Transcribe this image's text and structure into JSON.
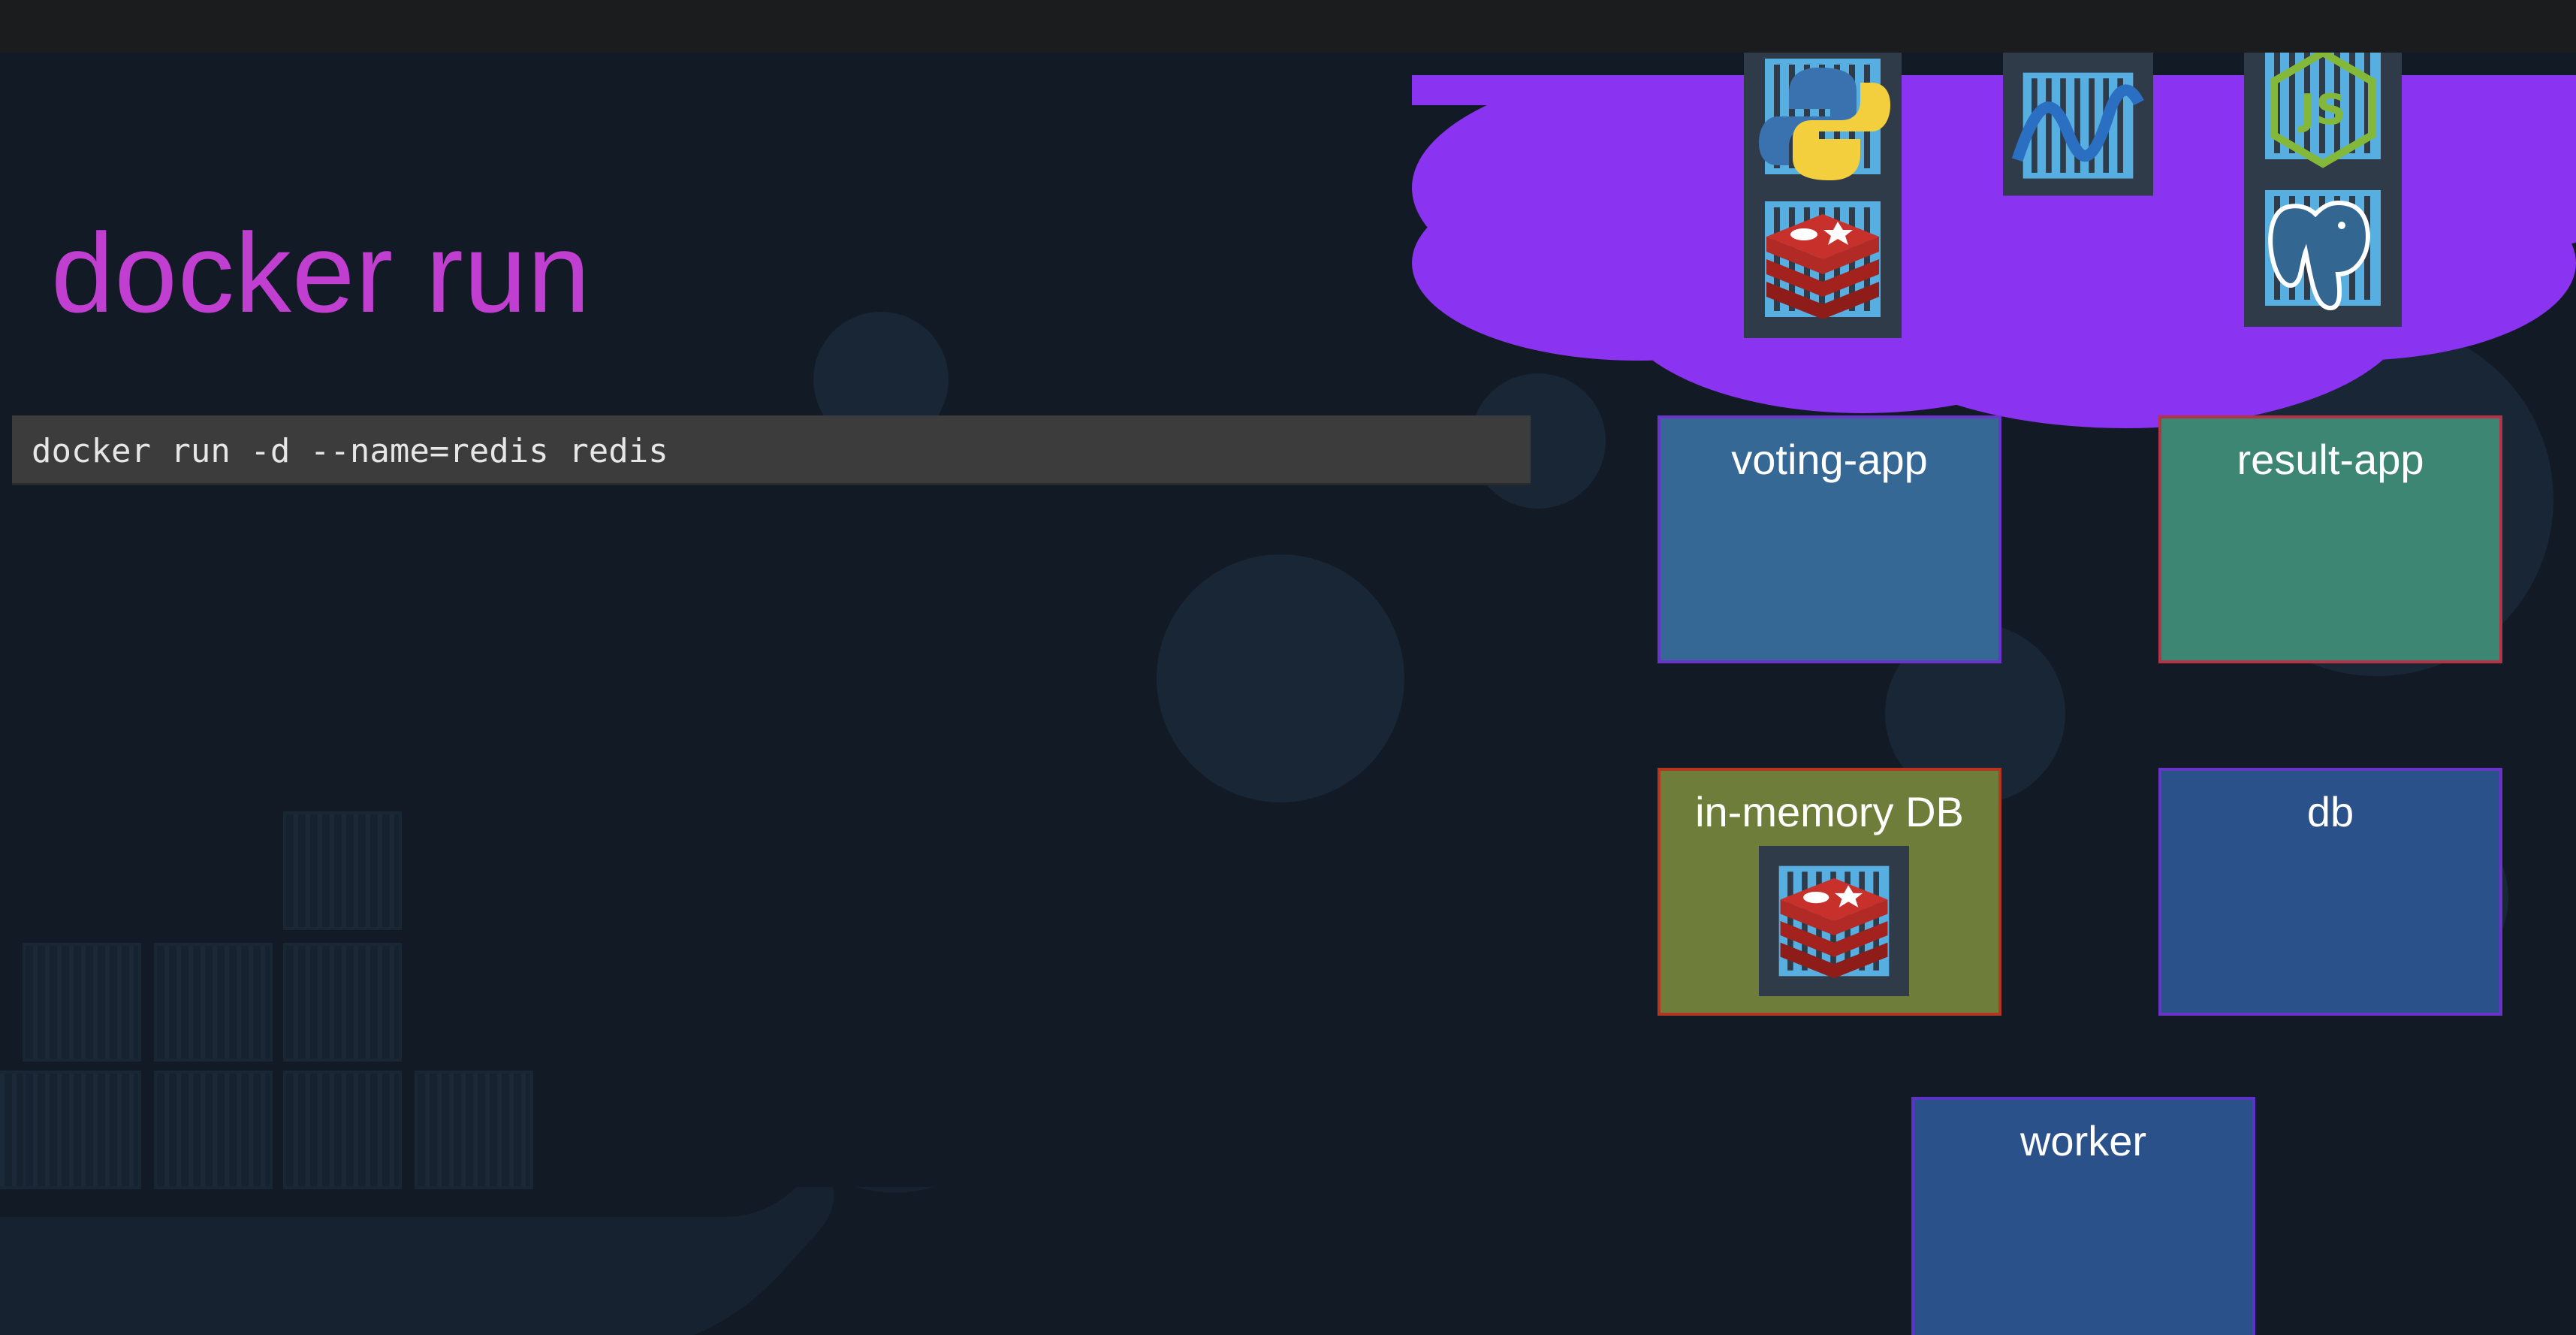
{
  "slide": {
    "title": "docker run",
    "command": "docker run -d --name=redis redis"
  },
  "cloud_containers": [
    {
      "name": "python",
      "icon": "python-logo-icon"
    },
    {
      "name": "dotnet",
      "icon": "dotnet-logo-icon"
    },
    {
      "name": "nodejs",
      "icon": "nodejs-logo-icon"
    },
    {
      "name": "redis",
      "icon": "redis-logo-icon"
    },
    {
      "name": "postgres",
      "icon": "postgres-elephant-icon"
    }
  ],
  "services": {
    "voting": "voting-app",
    "result": "result-app",
    "memdb": "in-memory DB",
    "db": "db",
    "worker": "worker"
  },
  "colors": {
    "title": "#c13fd0",
    "cloud": "#8a33f0",
    "voting": "#356895",
    "result": "#3d8673",
    "memdb": "#6e7d39",
    "db": "#2a5189",
    "worker": "#2a5189",
    "container_bars": "#57aee0",
    "redis_red": "#b22a26"
  }
}
